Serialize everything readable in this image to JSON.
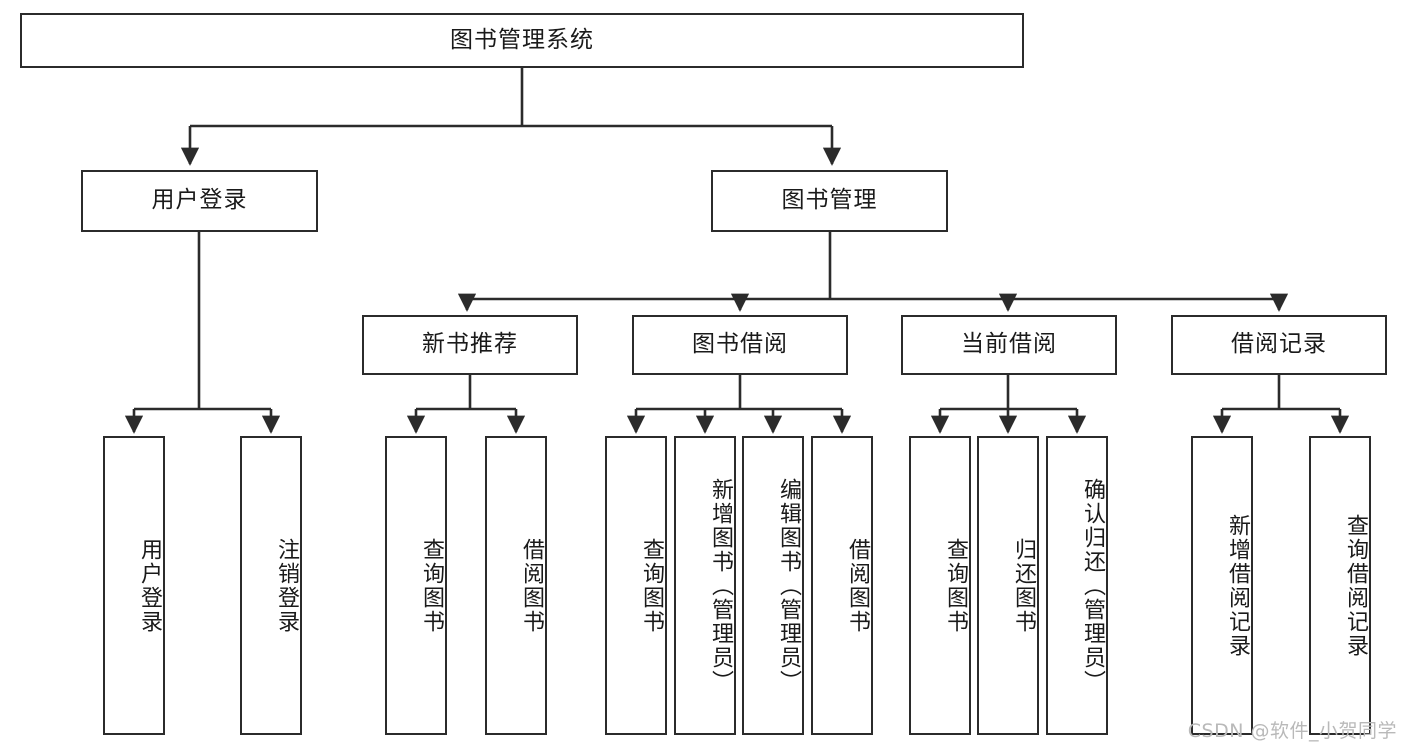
{
  "diagram": {
    "title": "图书管理系统",
    "watermark": "CSDN @软件_小贺同学",
    "root": {
      "label": "图书管理系统"
    },
    "level2": [
      {
        "id": "user-login",
        "label": "用户登录"
      },
      {
        "id": "book-manage",
        "label": "图书管理"
      }
    ],
    "level3": [
      {
        "id": "new-book-recommend",
        "label": "新书推荐"
      },
      {
        "id": "book-borrow",
        "label": "图书借阅"
      },
      {
        "id": "current-borrow",
        "label": "当前借阅"
      },
      {
        "id": "borrow-record",
        "label": "借阅记录"
      }
    ],
    "leaves": {
      "user_login": [
        {
          "id": "leaf-user-login",
          "label": "用户登录"
        },
        {
          "id": "leaf-logout-login",
          "label": "注销登录"
        }
      ],
      "new_book_recommend": [
        {
          "id": "leaf-query-book-1",
          "label": "查询图书"
        },
        {
          "id": "leaf-borrow-book-1",
          "label": "借阅图书"
        }
      ],
      "book_borrow": [
        {
          "id": "leaf-query-book-2",
          "label": "查询图书"
        },
        {
          "id": "leaf-add-book",
          "label": "新增图书（管理员）"
        },
        {
          "id": "leaf-edit-book",
          "label": "编辑图书（管理员）"
        },
        {
          "id": "leaf-borrow-book-2",
          "label": "借阅图书"
        }
      ],
      "current_borrow": [
        {
          "id": "leaf-query-book-3",
          "label": "查询图书"
        },
        {
          "id": "leaf-return-book",
          "label": "归还图书"
        },
        {
          "id": "leaf-confirm-return",
          "label": "确认归还（管理员）"
        }
      ],
      "borrow_record": [
        {
          "id": "leaf-add-record",
          "label": "新增借阅记录"
        },
        {
          "id": "leaf-query-record",
          "label": "查询借阅记录"
        }
      ]
    },
    "colors": {
      "stroke": "#2b2b2b",
      "fill": "#ffffff",
      "text": "#1a1a1a",
      "watermark": "#b9b9b9"
    }
  }
}
